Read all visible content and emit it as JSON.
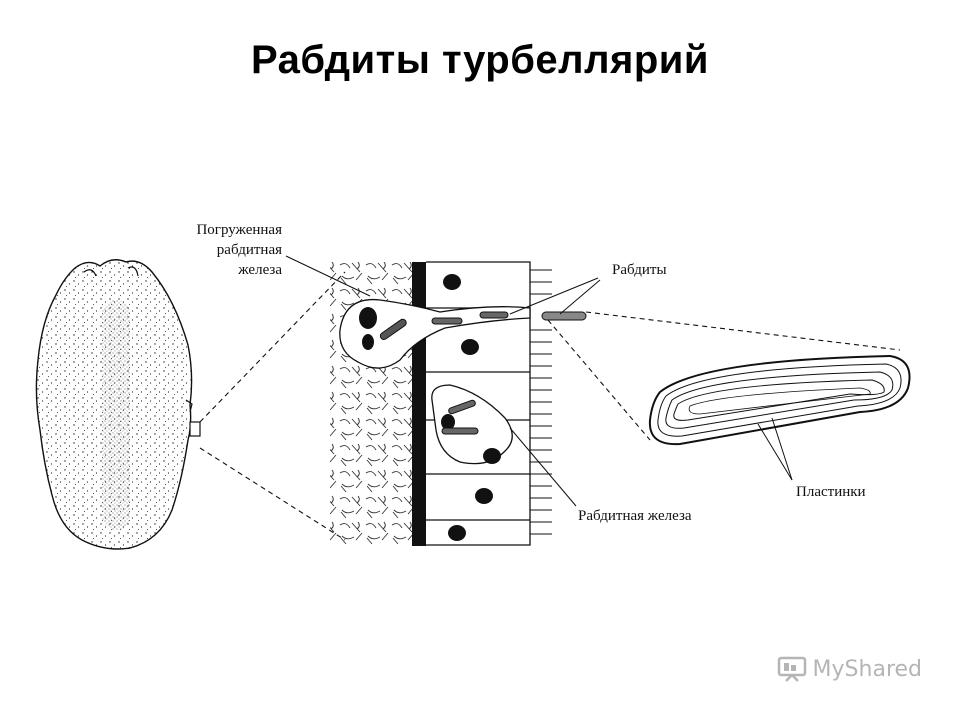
{
  "title": "Рабдиты турбеллярий",
  "labels": {
    "submerged_gland_line1": "Погруженная",
    "submerged_gland_line2": "рабдитная",
    "submerged_gland_line3": "железа",
    "rhabdites": "Рабдиты",
    "rhabdite_gland": "Рабдитная железа",
    "lamellae": "Пластинки"
  },
  "watermark": "MyShared"
}
